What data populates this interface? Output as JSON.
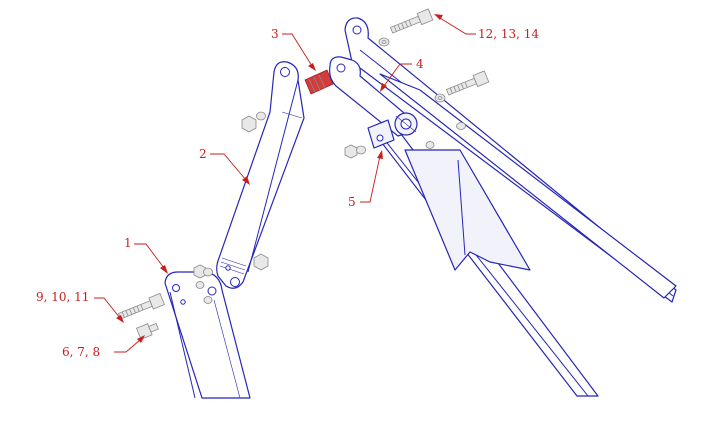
{
  "callouts": {
    "c1": "1",
    "c2": "2",
    "c3": "3",
    "c4": "4",
    "c5": "5",
    "c6_7_8": "6, 7, 8",
    "c9_10_11": "9, 10, 11",
    "c12_13_14": "12, 13, 14"
  },
  "colors": {
    "linework": "#2626b8",
    "callout": "#c81e1e",
    "hardware": "#8a8a8a"
  }
}
